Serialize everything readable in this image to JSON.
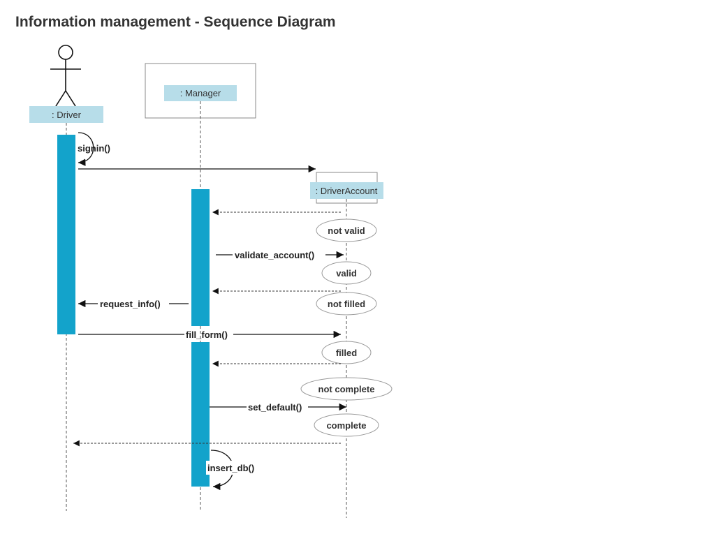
{
  "title": "Information management - Sequence Diagram",
  "participants": {
    "driver": ": Driver",
    "manager": ": Manager",
    "account": ": DriverAccount"
  },
  "messages": {
    "signin": "signin()",
    "validate_account": "validate_account()",
    "request_info": "request_info()",
    "fill_form": "fill_form()",
    "set_default": "set_default()",
    "insert_db": "insert_db()"
  },
  "guards": {
    "not_valid": "not valid",
    "valid": "valid",
    "not_filled": "not filled",
    "filled": "filled",
    "not_complete": "not complete",
    "complete": "complete"
  },
  "colors": {
    "activation": "#13a3cb",
    "participant_label": "#b7dde9",
    "title": "#333333"
  }
}
